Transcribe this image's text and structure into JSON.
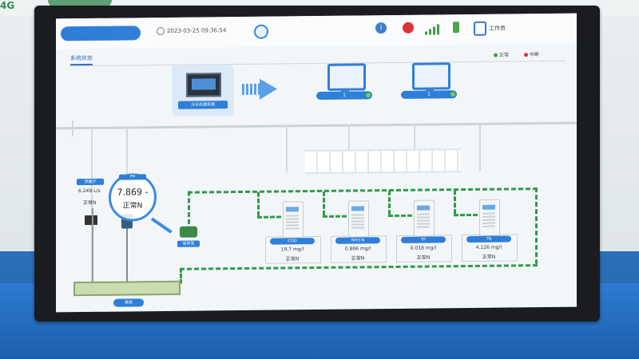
{
  "topbar": {
    "datetime": "2023-03-25 09:36:54",
    "user_name": "工作员",
    "status_ok": "正常",
    "status_warn": "中断"
  },
  "section": {
    "title": "系统状态"
  },
  "hub": {
    "label": "污水处理系统"
  },
  "clients": [
    {
      "label": "1"
    },
    {
      "label": "1"
    }
  ],
  "probe": {
    "label": "流量计",
    "value": "6.249 L/s",
    "status": "正常N"
  },
  "magnifier": {
    "label": "PH",
    "value": "7.869 -",
    "status": "正常N"
  },
  "pump": {
    "label": "采样泵"
  },
  "tank": {
    "label": "排放"
  },
  "analyzers": [
    {
      "label": "COD",
      "value": "19.7 mg/l",
      "status": "正常N"
    },
    {
      "label": "NH3-N",
      "value": "0.866 mg/l",
      "status": "正常N"
    },
    {
      "label": "TP",
      "value": "0.018 mg/l",
      "status": "正常N"
    },
    {
      "label": "TN",
      "value": "4.126 mg/l",
      "status": "正常N"
    }
  ],
  "colors": {
    "accent": "#2f7fd8",
    "pipe": "#2e9b4a",
    "ok": "#3aa04a",
    "alarm": "#d33333"
  },
  "icons": [
    "clock-icon",
    "refresh-icon",
    "info-icon",
    "alarm-icon",
    "signal-icon",
    "plug-icon",
    "user-icon"
  ]
}
